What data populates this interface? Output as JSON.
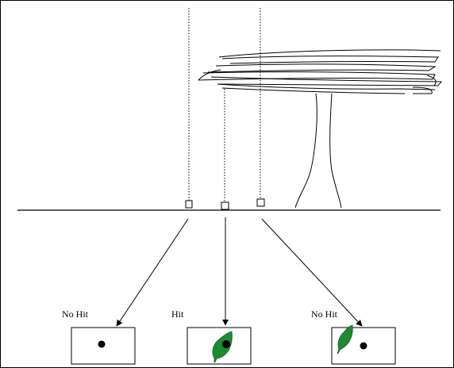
{
  "colors": {
    "ink": "#000000",
    "leaf": "#1e8a32",
    "background": "#ffffff"
  },
  "samples": [
    {
      "label": "No Hit",
      "result": "no-hit"
    },
    {
      "label": "Hit",
      "result": "hit"
    },
    {
      "label": "No Hit",
      "result": "no-hit"
    }
  ]
}
